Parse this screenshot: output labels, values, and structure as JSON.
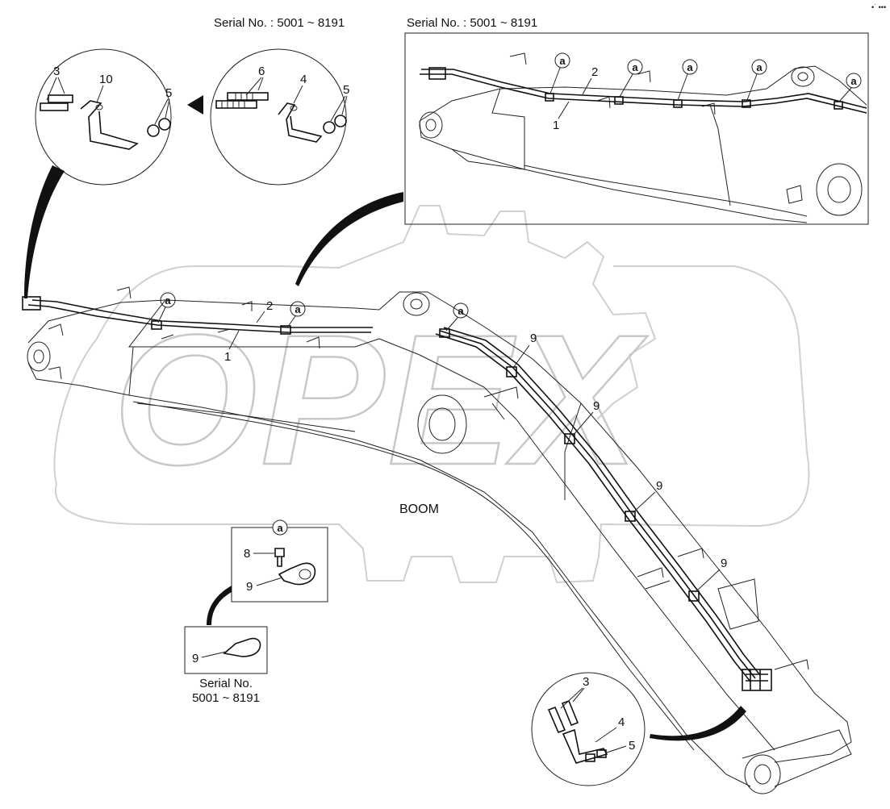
{
  "watermark": {
    "text": "OPEX"
  },
  "serial_top_left": "Serial No. : 5001 ~ 8191",
  "serial_top_right": "Serial No. : 5001 ~ 8191",
  "serial_bottom": {
    "line1": "Serial No.",
    "line2": "5001 ~ 8191"
  },
  "boom_label": "BOOM",
  "marker": "a",
  "part_numbers": {
    "p1": "1",
    "p2": "2",
    "p3": "3",
    "p4": "4",
    "p5": "5",
    "p6": "6",
    "p8": "8",
    "p9": "9",
    "p10": "10"
  },
  "corner_mark": "•˙ •••"
}
